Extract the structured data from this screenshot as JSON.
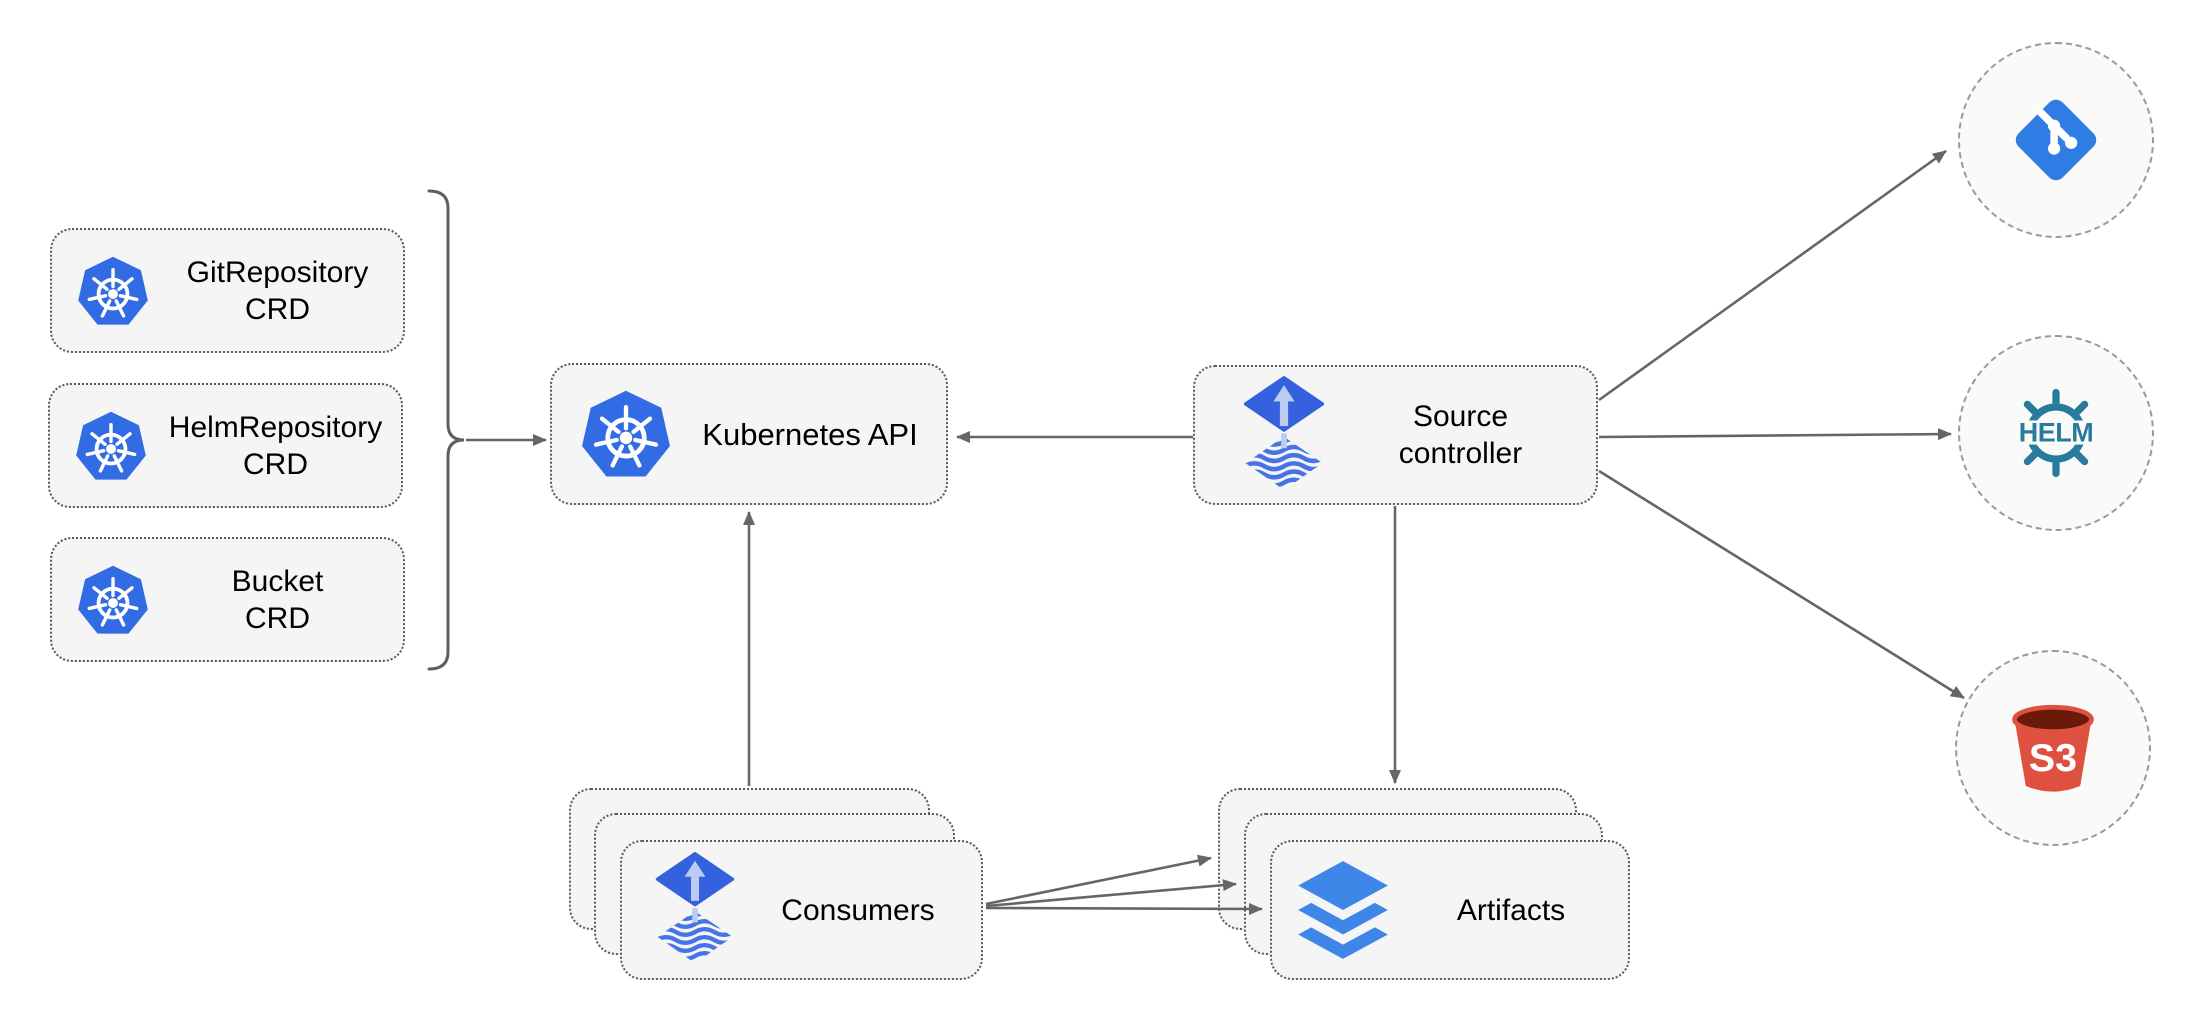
{
  "diagram_type": "architecture-diagram",
  "colors": {
    "background": "#ffffff",
    "box_fill": "#f5f5f5",
    "box_border": "#595959",
    "circle_fill": "#fafaf8",
    "circle_border": "#9a9a9a",
    "edge": "#666666",
    "label_text": "#000000",
    "k8s_blue": "#326ce5",
    "flux_blue": "#3461dd",
    "flux_wave_blue": "#4673e6",
    "flux_arrow_light": "#bccbf1",
    "git_blue": "#2e7ce4",
    "layers_blue": "#3e86e8",
    "helm_teal": "#277c9e",
    "s3_red": "#de5140",
    "s3_dark_top": "#6b1a0a",
    "icon_white": "#ffffff"
  },
  "nodes": {
    "crd_boxes": [
      {
        "id": "gitrepository-crd",
        "line1": "GitRepository",
        "line2": "CRD",
        "icon": "kubernetes-icon"
      },
      {
        "id": "helmrepository-crd",
        "line1": "HelmRepository",
        "line2": "CRD",
        "icon": "kubernetes-icon"
      },
      {
        "id": "bucket-crd",
        "line1": "Bucket",
        "line2": "CRD",
        "icon": "kubernetes-icon"
      }
    ],
    "kubernetes_api": {
      "label": "Kubernetes API",
      "icon": "kubernetes-icon"
    },
    "source_controller": {
      "line1": "Source",
      "line2": "controller",
      "icon": "flux-icon"
    },
    "consumers": {
      "label": "Consumers",
      "icon": "flux-icon",
      "stacked": true
    },
    "artifacts": {
      "label": "Artifacts",
      "icon": "layers-icon",
      "stacked": true
    },
    "git_endpoint": {
      "icon": "git-icon"
    },
    "helm_endpoint": {
      "icon": "helm-icon",
      "label": "HELM"
    },
    "s3_endpoint": {
      "icon": "s3-bucket-icon",
      "label": "S3"
    }
  },
  "edges": [
    {
      "from": "crd-group",
      "to": "kubernetes-api"
    },
    {
      "from": "source-controller",
      "to": "kubernetes-api"
    },
    {
      "from": "consumers",
      "to": "kubernetes-api"
    },
    {
      "from": "source-controller",
      "to": "artifacts"
    },
    {
      "from": "source-controller",
      "to": "git-endpoint"
    },
    {
      "from": "source-controller",
      "to": "helm-endpoint"
    },
    {
      "from": "source-controller",
      "to": "s3-endpoint"
    },
    {
      "from": "consumers",
      "to": "artifacts",
      "count": 3
    }
  ]
}
